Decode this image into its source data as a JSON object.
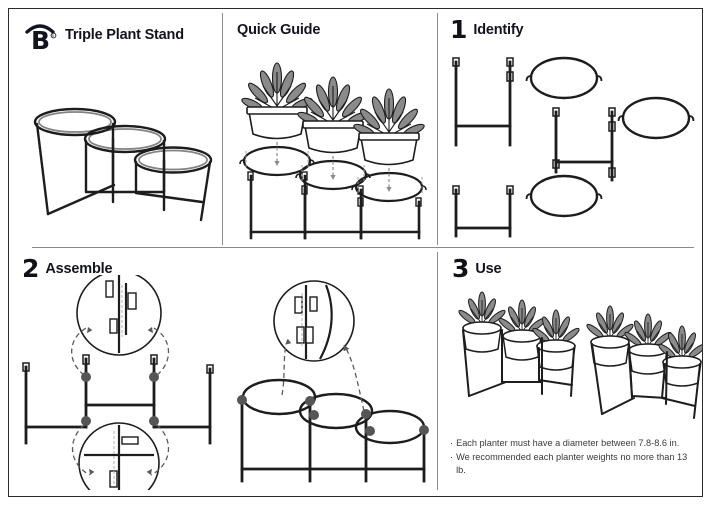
{
  "document": {
    "type": "instruction-manual",
    "product_title": "Triple Plant Stand",
    "brand_mark": "B",
    "brand_registered": "®"
  },
  "panels": {
    "cover": {
      "title": "Triple Plant Stand",
      "logo_name": "brand-logo-b-house"
    },
    "quick_guide": {
      "title": "Quick Guide"
    },
    "identify": {
      "number": "1",
      "title": "Identify"
    },
    "assemble": {
      "number": "2",
      "title": "Assemble"
    },
    "use": {
      "number": "3",
      "title": "Use",
      "notes": [
        {
          "bullet": "·",
          "text": "Each planter must have a diameter between 7.8-8.6 in."
        },
        {
          "bullet": "·",
          "text": "We recommended each planter weights no more than 13 lb."
        }
      ]
    }
  },
  "colors": {
    "ink": "#1b1b1b",
    "heading": "#141420",
    "note_text": "#3a3a3a",
    "border": "#2b2b2b",
    "divider": "#8b8b8b",
    "leaf_fill": "#8c8c8c",
    "page": "#ffffff"
  }
}
